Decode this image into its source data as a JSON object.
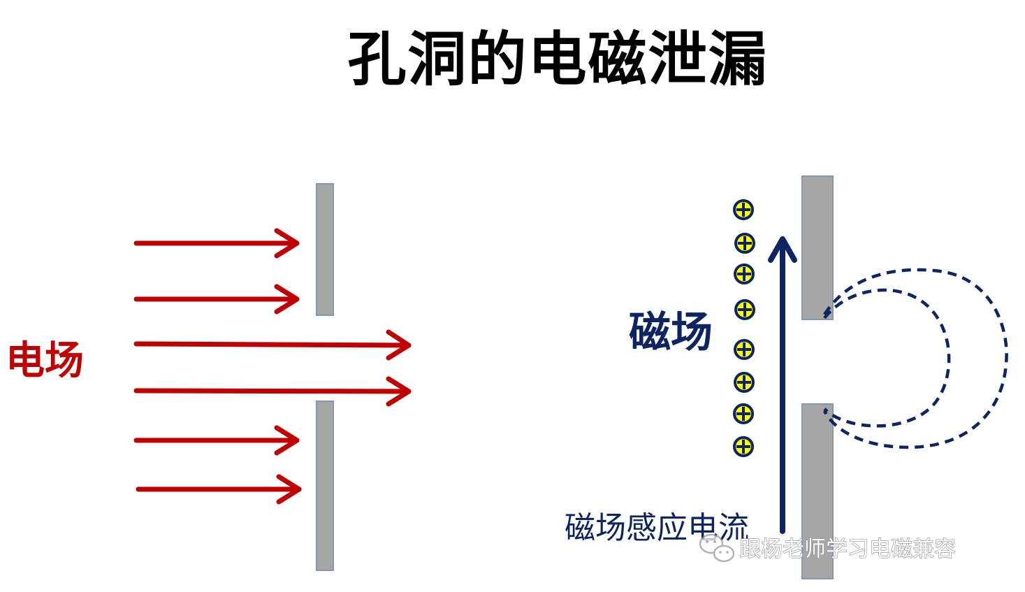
{
  "title": "孔洞的电磁泄漏",
  "left_panel": {
    "label": "电场"
  },
  "right_panel": {
    "magnetic_label": "磁场",
    "current_label": "磁场感应电流"
  },
  "watermark": {
    "text": "跟杨老师学习电磁兼容",
    "icon": "wechat-icon"
  },
  "colors": {
    "electric_field": "#c00000",
    "magnetic": "#0d2463",
    "plate": "#a6a6a6",
    "plate_edge": "#8497b0",
    "charge_fill": "#ffff00",
    "title": "#000000",
    "watermark": "#888888"
  }
}
